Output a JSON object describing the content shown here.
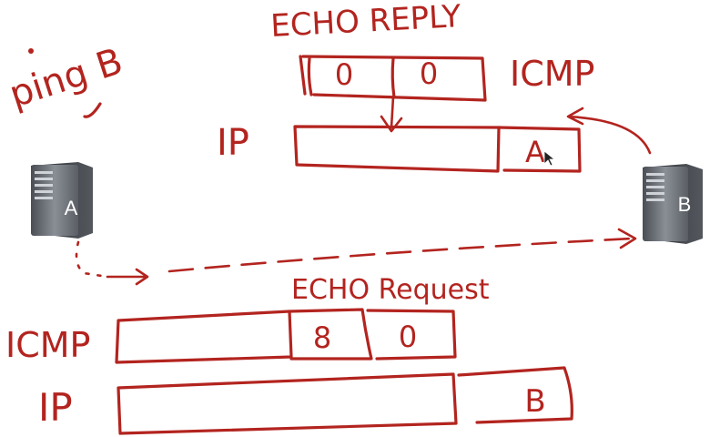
{
  "annotations": {
    "ping_label": "ping B",
    "echo_reply_label": "ECHO REPLY",
    "echo_request_label": "ECHO Request",
    "icmp_top_label": "ICMP",
    "ip_top_label": "IP",
    "icmp_bottom_label": "ICMP",
    "ip_bottom_label": "IP"
  },
  "reply_packet": {
    "icmp_type": "0",
    "icmp_code": "0",
    "ip_dest": "A"
  },
  "request_packet": {
    "icmp_type": "8",
    "icmp_code": "0",
    "ip_dest": "B"
  },
  "hosts": {
    "left": "A",
    "right": "B"
  },
  "colors": {
    "ink": "#b3241f",
    "server_body": "#6e737a",
    "background": "#ffffff"
  }
}
